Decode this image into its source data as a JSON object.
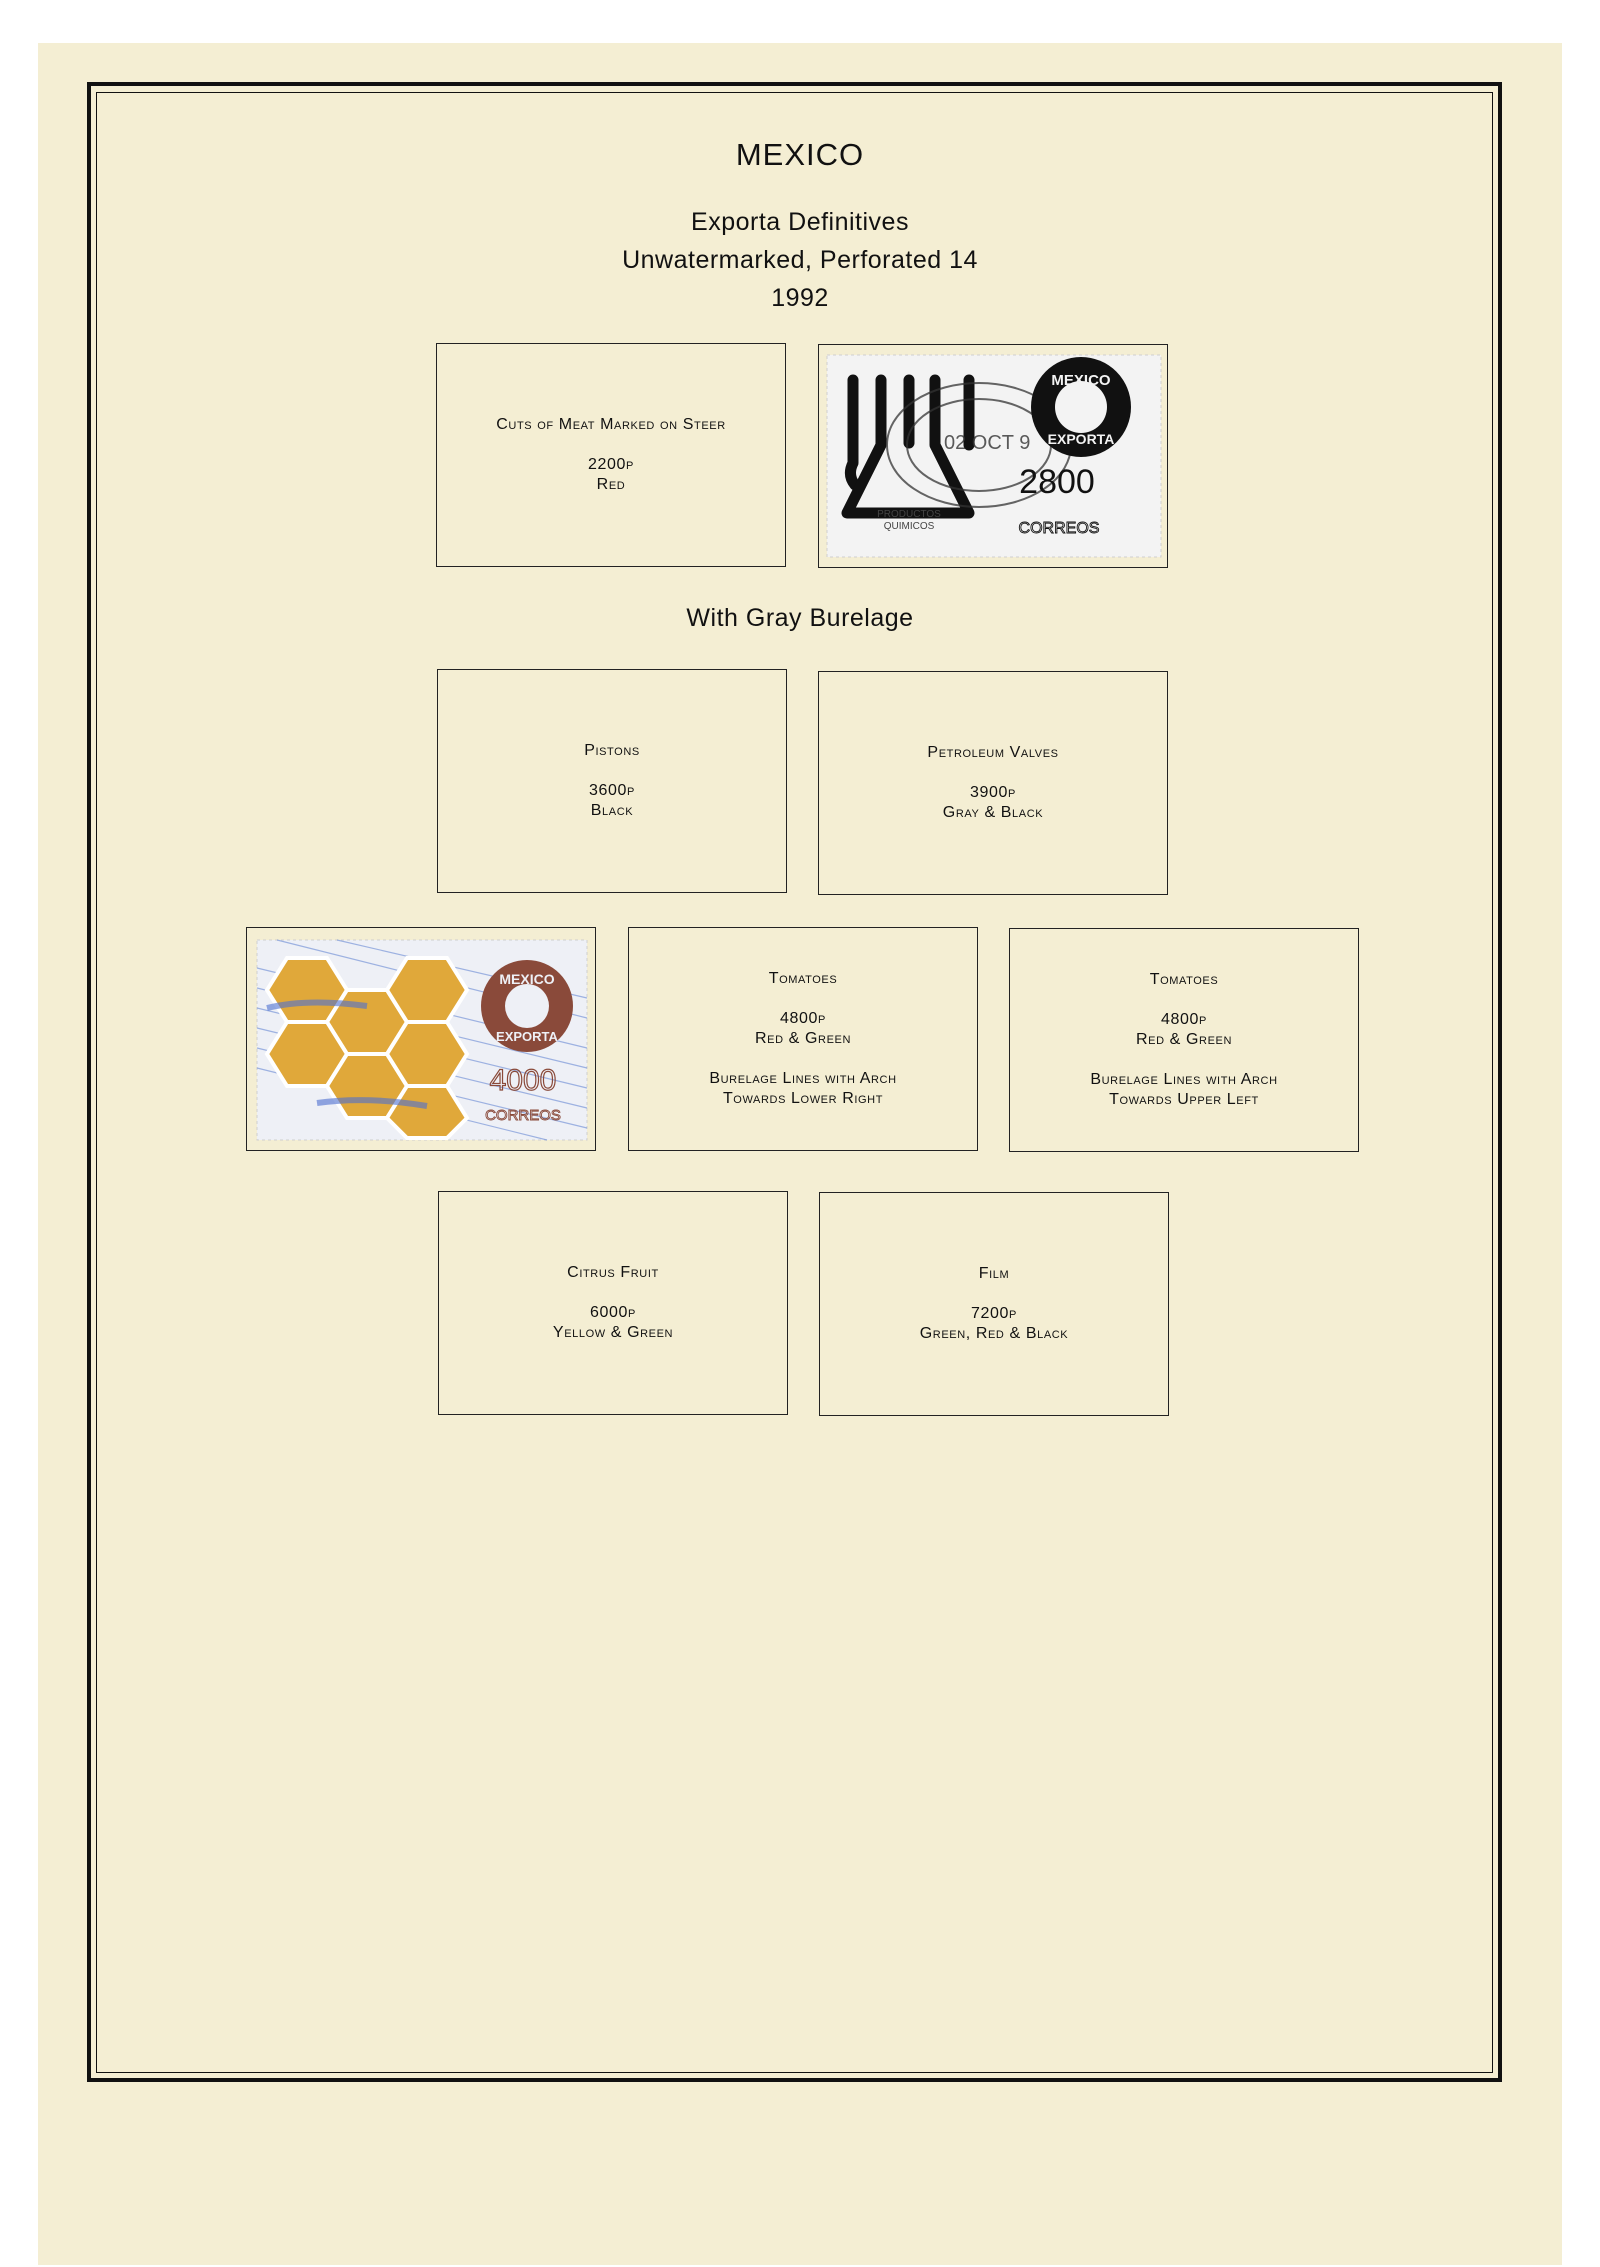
{
  "page": {
    "country": "MEXICO",
    "subtitle_1": "Exporta Definitives",
    "subtitle_2": "Unwatermarked, Perforated 14",
    "year": "1992",
    "section_heading": "With Gray Burelage"
  },
  "spaces": [
    {
      "title": "Cuts of Meat Marked on Steer",
      "value": "2200p",
      "color": "Red"
    },
    {
      "title": "Pistons",
      "value": "3600p",
      "color": "Black"
    },
    {
      "title": "Petroleum Valves",
      "value": "3900p",
      "color": "Gray & Black"
    },
    {
      "title": "Tomatoes",
      "value": "4800p",
      "color": "Red & Green",
      "note_1": "Burelage Lines with Arch",
      "note_2": "Towards Lower Right"
    },
    {
      "title": "Tomatoes",
      "value": "4800p",
      "color": "Red & Green",
      "note_1": "Burelage Lines with Arch",
      "note_2": "Towards Upper Left"
    },
    {
      "title": "Citrus Fruit",
      "value": "6000p",
      "color": "Yellow & Green"
    },
    {
      "title": "Film",
      "value": "7200p",
      "color": "Green, Red & Black"
    }
  ],
  "stamps": [
    {
      "logo_top": "MEXICO",
      "logo_bottom": "EXPORTA",
      "denomination": "2800",
      "postal_word": "CORREOS",
      "caption_1": "PRODUCTOS",
      "caption_2": "QUIMICOS",
      "postmark": "02 OCT 9",
      "ink_color": "#111111",
      "paper_color": "#f3f3f3"
    },
    {
      "logo_top": "MEXICO",
      "logo_bottom": "EXPORTA",
      "denomination": "4000",
      "postal_word": "CORREOS",
      "ink_color": "#8a4a3a",
      "accent_color": "#e0a83a",
      "burelage_color": "#5b7fd0"
    }
  ]
}
